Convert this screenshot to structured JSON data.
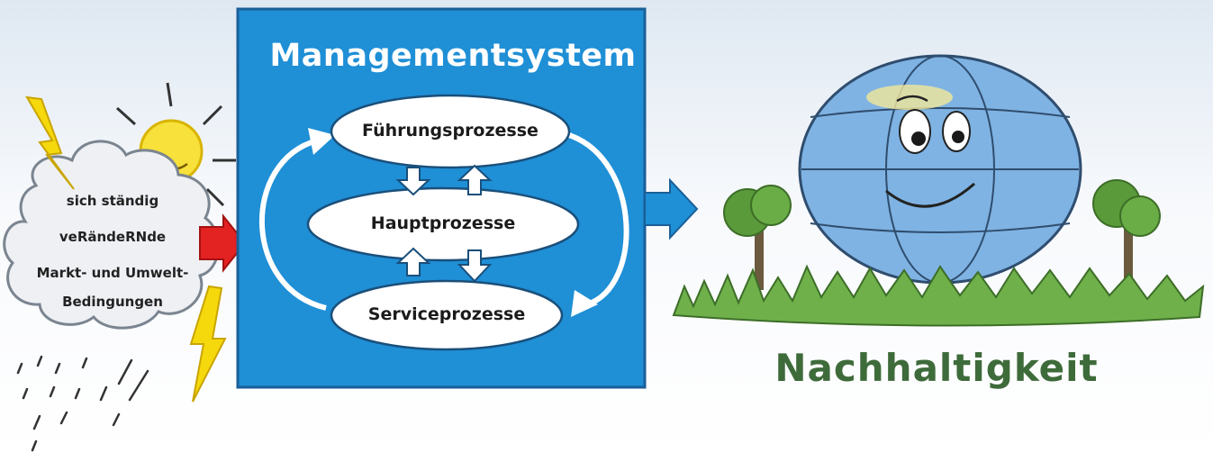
{
  "cloud": {
    "line1": "sich ständig",
    "line2": "veRändeRNde",
    "line3": "Markt- und Umwelt-",
    "line4": "Bedingungen"
  },
  "management": {
    "title": "Managementsystem",
    "fuehrung": "Führungsprozesse",
    "haupt": "Hauptprozesse",
    "service": "Serviceprozesse"
  },
  "result": {
    "label": "Nachhaltigkeit"
  },
  "colors": {
    "panel_blue": "#1f8fd6",
    "arrow_red": "#e32222",
    "lightning_yellow": "#f5d90c",
    "label_green": "#3e6b3a",
    "globe_blue": "#7fb3e3",
    "grass_green": "#6fb04b"
  }
}
